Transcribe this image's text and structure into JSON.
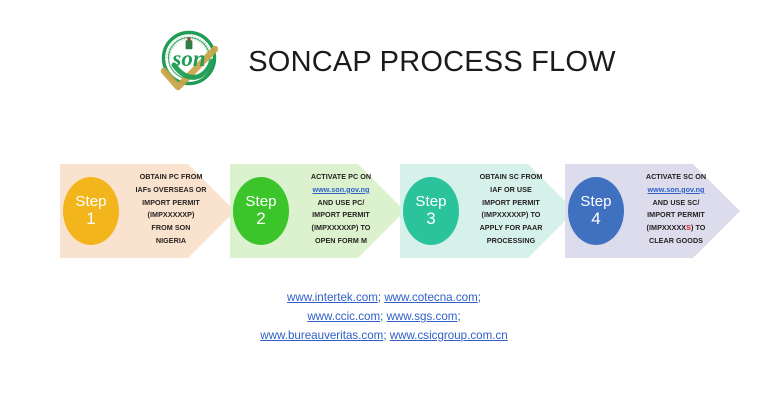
{
  "header": {
    "title": "SONCAP PROCESS FLOW",
    "logo_name": "son-logo",
    "logo_text": "son"
  },
  "flow": {
    "steps": [
      {
        "badge_word": "Step",
        "badge_number": "1",
        "badge_color": "#F2B51C",
        "arrow_color": "#FAE3CE",
        "lines": [
          "OBTAIN PC FROM",
          "IAFs OVERSEAS OR",
          "IMPORT PERMIT",
          "(IMPXXXXXP)",
          "FROM SON",
          "NIGERIA"
        ]
      },
      {
        "badge_word": "Step",
        "badge_number": "2",
        "badge_color": "#3CC42B",
        "arrow_color": "#DCF2CE",
        "lines": [
          "ACTIVATE PC ON",
          "www.son.gov.ng",
          "AND USE PC/",
          "IMPORT PERMIT",
          "(IMPXXXXXP) TO",
          "OPEN FORM M"
        ],
        "link_line_index": 1,
        "link_text": "www.son.gov.ng"
      },
      {
        "badge_word": "Step",
        "badge_number": "3",
        "badge_color": "#2BC39C",
        "arrow_color": "#D6F0EA",
        "lines": [
          "OBTAIN SC FROM",
          "IAF OR USE",
          "IMPORT PERMIT",
          "(IMPXXXXXP) TO",
          "APPLY FOR PAAR",
          "PROCESSING"
        ]
      },
      {
        "badge_word": "Step",
        "badge_number": "4",
        "badge_color": "#4071C0",
        "arrow_color": "#DCDCEC",
        "lines": [
          "ACTIVATE SC ON",
          "www.son.gov.ng",
          "AND USE SC/",
          "IMPORT PERMIT",
          "(IMPXXXXXS) TO",
          "CLEAR GOODS"
        ],
        "link_line_index": 1,
        "link_text": "www.son.gov.ng",
        "red_char": "S"
      }
    ]
  },
  "footer": {
    "rows": [
      [
        {
          "text": "www.intertek.com",
          "sep": "; "
        },
        {
          "text": "www.cotecna.com",
          "sep": ";"
        }
      ],
      [
        {
          "text": "www.ccic.com",
          "sep": "; "
        },
        {
          "text": "www.sgs.com",
          "sep": ";"
        }
      ],
      [
        {
          "text": "www.bureauveritas.com",
          "sep": ";  "
        },
        {
          "text": "www.csicgroup.com.cn",
          "sep": ""
        }
      ]
    ]
  },
  "colors": {
    "background": "#ffffff",
    "title": "#1b1b1b",
    "link": "#2f5fc7",
    "body_text": "#231f20",
    "red_accent": "#e02020"
  }
}
